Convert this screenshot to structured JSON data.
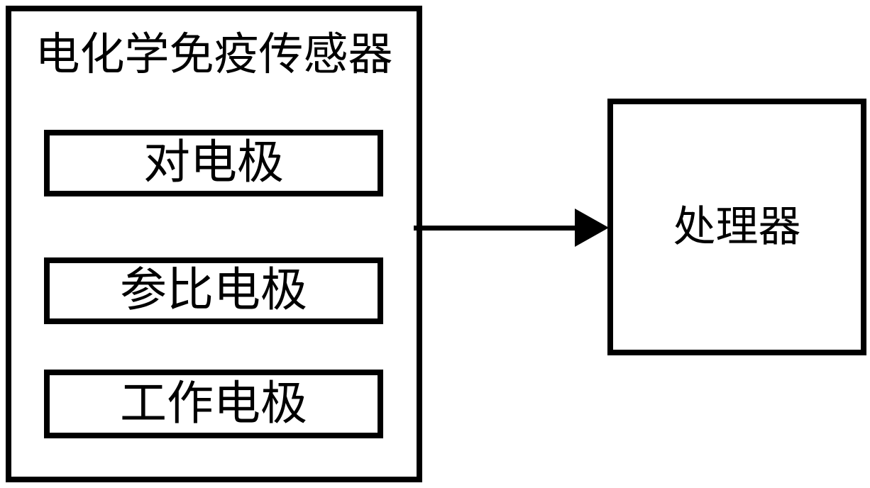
{
  "diagram": {
    "colors": {
      "line": "#000000",
      "background": "#ffffff"
    },
    "sensor_box": {
      "title": "电化学免疫传感器",
      "electrodes": [
        {
          "label": "对电极"
        },
        {
          "label": "参比电极"
        },
        {
          "label": "工作电极"
        }
      ]
    },
    "connector": {
      "type": "arrow",
      "from": "sensor_box",
      "to": "processor_box",
      "direction": "right"
    },
    "processor_box": {
      "label": "处理器"
    }
  }
}
